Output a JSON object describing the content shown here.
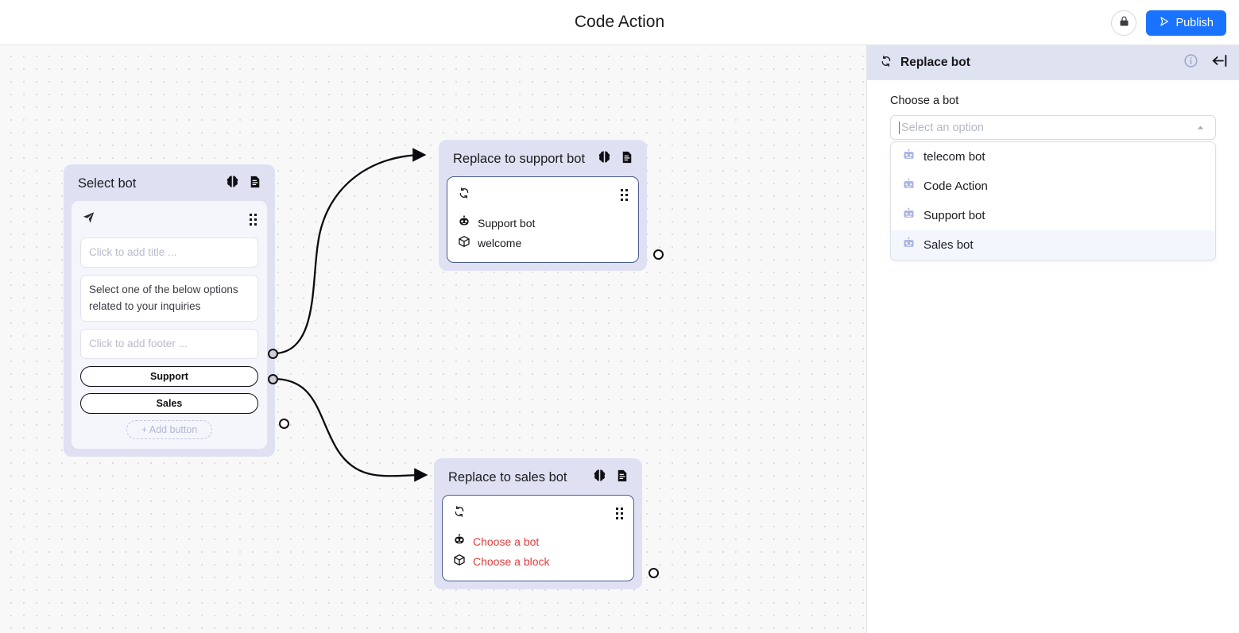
{
  "topbar": {
    "title": "Code Action",
    "lock_icon": "lock-icon",
    "publish_label": "Publish",
    "publish_icon": "send-play-icon",
    "accent": "#1a73ff"
  },
  "canvas": {
    "background": "#f8f8f9",
    "dot_color": "#dcdce2",
    "nodes": [
      {
        "id": "select-bot",
        "title": "Select bot",
        "icons": [
          "brain-ai-icon",
          "document-icon"
        ],
        "card_icon": "send-icon",
        "drag_handle": "drag-handle-icon",
        "title_placeholder": "Click to add title ...",
        "body_text": "Select one of the below options related to your inquiries",
        "footer_placeholder": "Click to add footer ...",
        "buttons": [
          "Support",
          "Sales"
        ],
        "add_button_label": "+ Add button"
      },
      {
        "id": "replace-to-support-bot",
        "title": "Replace to support bot",
        "icons": [
          "brain-ai-icon",
          "document-icon"
        ],
        "card_icon": "replace-refresh-icon",
        "drag_handle": "drag-handle-icon",
        "rows": [
          {
            "icon": "robot-icon",
            "label": "Support bot",
            "state": "set"
          },
          {
            "icon": "package-icon",
            "label": "welcome",
            "state": "set"
          }
        ]
      },
      {
        "id": "replace-to-sales-bot",
        "title": "Replace to sales bot",
        "icons": [
          "brain-ai-icon",
          "document-icon"
        ],
        "card_icon": "replace-refresh-icon",
        "drag_handle": "drag-handle-icon",
        "rows": [
          {
            "icon": "robot-icon",
            "label": "Choose a bot",
            "state": "error"
          },
          {
            "icon": "package-icon",
            "label": "Choose a block",
            "state": "error"
          }
        ],
        "error_color": "#e33b3b"
      }
    ]
  },
  "panel": {
    "header": {
      "icon": "replace-refresh-icon",
      "title": "Replace bot",
      "info_icon": "info-icon",
      "collapse_icon": "collapse-panel-icon",
      "background": "#dfe2f1"
    },
    "field_label": "Choose a bot",
    "select": {
      "placeholder": "Select an option",
      "value": "",
      "caret_icon": "chevron-up-icon",
      "expanded": true
    },
    "options": [
      {
        "label": "telecom bot",
        "icon": "bot-icon",
        "selected": false
      },
      {
        "label": "Code Action",
        "icon": "bot-icon",
        "selected": false
      },
      {
        "label": "Support bot",
        "icon": "bot-icon",
        "selected": false
      },
      {
        "label": "Sales bot",
        "icon": "bot-icon",
        "selected": true
      }
    ]
  }
}
